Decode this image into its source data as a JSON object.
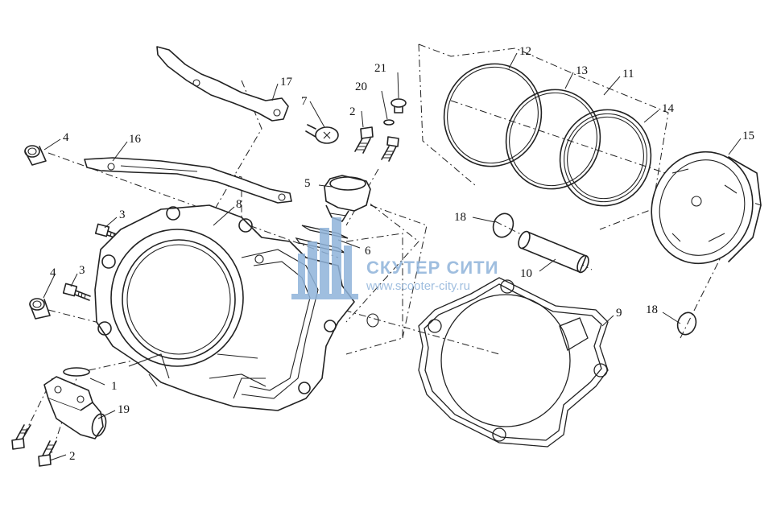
{
  "callouts": [
    {
      "id": "c1",
      "label": "1"
    },
    {
      "id": "c2a",
      "label": "2"
    },
    {
      "id": "c2b",
      "label": "2"
    },
    {
      "id": "c3a",
      "label": "3"
    },
    {
      "id": "c3b",
      "label": "3"
    },
    {
      "id": "c4a",
      "label": "4"
    },
    {
      "id": "c4b",
      "label": "4"
    },
    {
      "id": "c5",
      "label": "5"
    },
    {
      "id": "c6",
      "label": "6"
    },
    {
      "id": "c7",
      "label": "7"
    },
    {
      "id": "c8",
      "label": "8"
    },
    {
      "id": "c9",
      "label": "9"
    },
    {
      "id": "c10",
      "label": "10"
    },
    {
      "id": "c11",
      "label": "11"
    },
    {
      "id": "c12",
      "label": "12"
    },
    {
      "id": "c13",
      "label": "13"
    },
    {
      "id": "c14",
      "label": "14"
    },
    {
      "id": "c15",
      "label": "15"
    },
    {
      "id": "c16",
      "label": "16"
    },
    {
      "id": "c17",
      "label": "17"
    },
    {
      "id": "c18a",
      "label": "18"
    },
    {
      "id": "c18b",
      "label": "18"
    },
    {
      "id": "c19",
      "label": "19"
    },
    {
      "id": "c20",
      "label": "20"
    },
    {
      "id": "c21",
      "label": "21"
    }
  ],
  "watermark": {
    "title": "СКУТЕР СИТИ",
    "url": "www.scooter-city.ru",
    "color": "#8fb3da"
  }
}
